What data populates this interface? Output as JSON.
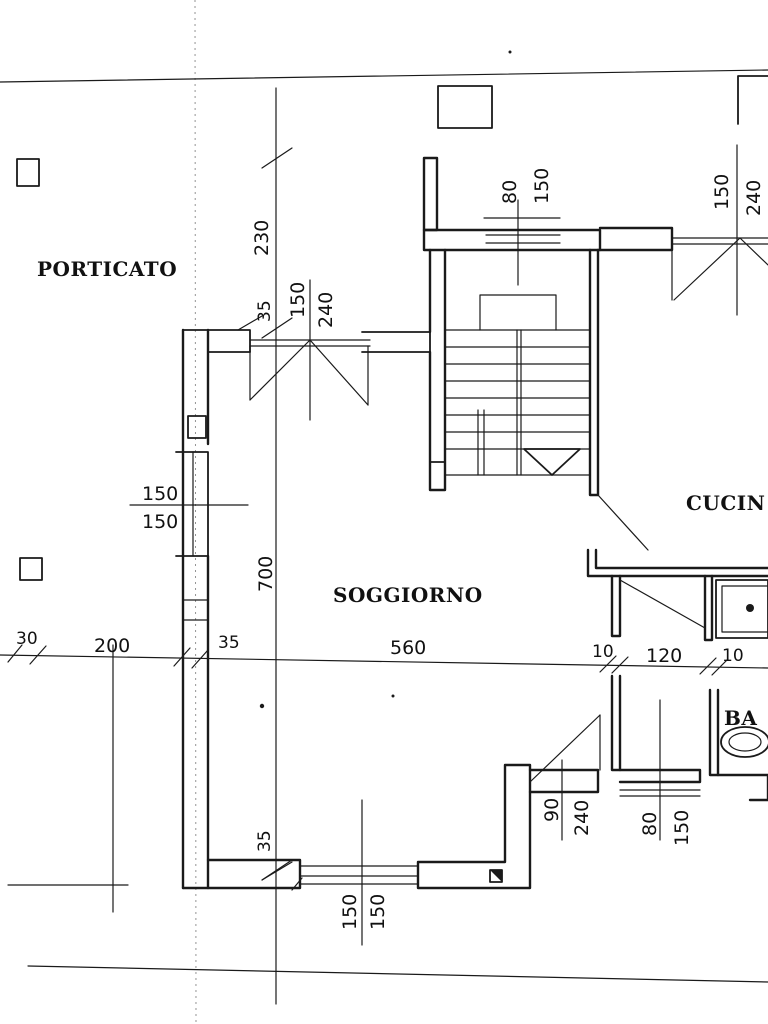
{
  "rooms": {
    "porticato": "PORTICATO",
    "soggiorno": "SOGGIORNO",
    "cucina": "CUCIN",
    "bagno": "BA"
  },
  "dimensions": {
    "porticato_height": "230",
    "door_top_thickness": "35",
    "door_top_width": "150",
    "door_top_height": "240",
    "stair_window_width": "80",
    "stair_window_height": "150",
    "kitchen_door_width": "150",
    "kitchen_door_height": "240",
    "side_window_top": "150",
    "side_window_bottom": "150",
    "living_height": "700",
    "wall_30": "30",
    "porch_depth": "200",
    "wall_35": "35",
    "living_width": "560",
    "partition_10a": "10",
    "bath_width": "120",
    "partition_10b": "10",
    "bath_door_width": "90",
    "bath_door_height": "240",
    "bath_window_width": "80",
    "bath_window_height": "150",
    "bottom_wall_35": "35",
    "bottom_window_width": "150",
    "bottom_window_height": "150"
  }
}
